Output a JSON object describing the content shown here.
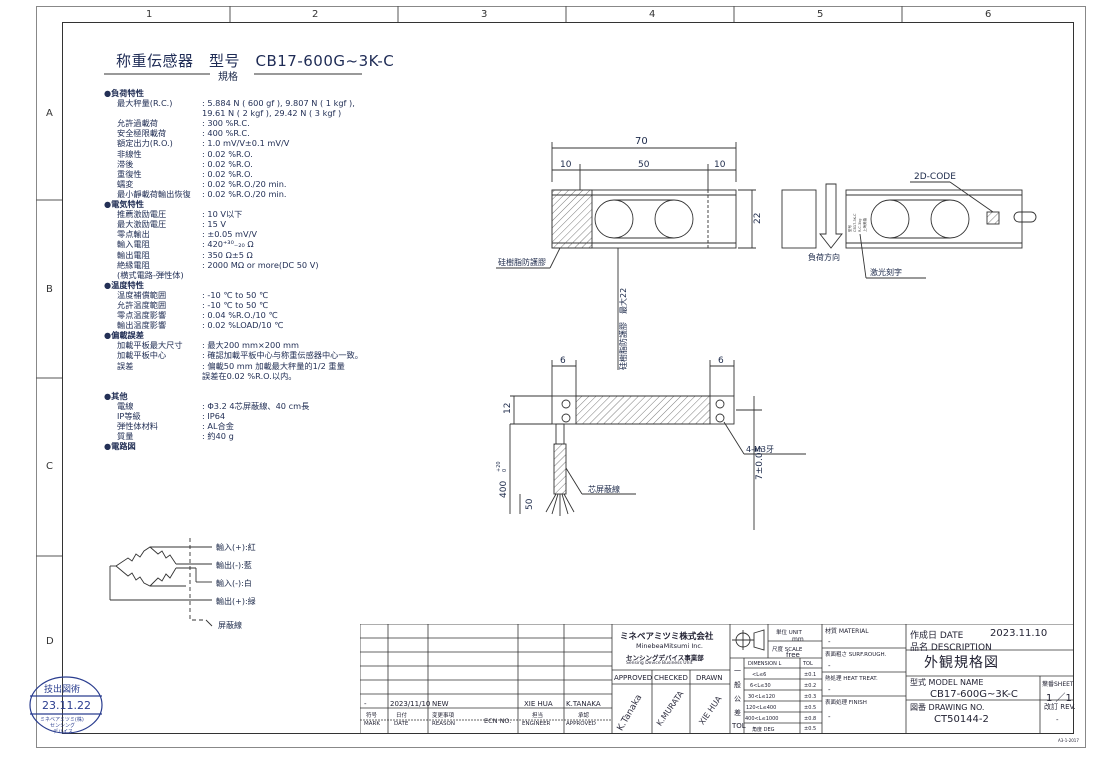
{
  "grid": {
    "columns": [
      "1",
      "2",
      "3",
      "4",
      "5",
      "6"
    ],
    "rows": [
      "A",
      "B",
      "C",
      "D"
    ]
  },
  "title": {
    "main": "称重伝感器　型号　CB17-600G~3K-C",
    "sub": "規格"
  },
  "spec_rows": [
    {
      "type": "section",
      "label": "●負荷特性",
      "value": ""
    },
    {
      "type": "item",
      "label": "最大秤量(R.C.)",
      "value": ": 5.884 N ( 600  gf ), 9.807 N ( 1 kgf ),"
    },
    {
      "type": "item",
      "label": "",
      "value": "  19.61 N ( 2 kgf ), 29.42 N ( 3 kgf )"
    },
    {
      "type": "item",
      "label": "允許過載荷",
      "value": ": 300 %R.C."
    },
    {
      "type": "item",
      "label": "安全極限載荷",
      "value": ": 400 %R.C."
    },
    {
      "type": "item",
      "label": "額定出力(R.O.)",
      "value": ": 1.0 mV/V±0.1 mV/V"
    },
    {
      "type": "item",
      "label": "非線性",
      "value": ": 0.02 %R.O."
    },
    {
      "type": "item",
      "label": "滞後",
      "value": ": 0.02 %R.O."
    },
    {
      "type": "item",
      "label": "重復性",
      "value": ": 0.02 %R.O."
    },
    {
      "type": "item",
      "label": "蠕変",
      "value": ": 0.02 %R.O./20 min."
    },
    {
      "type": "item",
      "label": "最小靜載荷輸出恢復",
      "value": ": 0.02 %R.O./20 min."
    },
    {
      "type": "section",
      "label": "●電気特性",
      "value": ""
    },
    {
      "type": "item",
      "label": "推薦激励電圧",
      "value": ": 10 V以下"
    },
    {
      "type": "item",
      "label": "最大激励電圧",
      "value": ": 15 V"
    },
    {
      "type": "item",
      "label": "零点輸出",
      "value": ": ±0.05 mV/V"
    },
    {
      "type": "item",
      "label": "輸入電阻",
      "value": ": 420⁺³⁰₋₂₀ Ω"
    },
    {
      "type": "item",
      "label": "輸出電阻",
      "value": ": 350  Ω±5 Ω"
    },
    {
      "type": "item",
      "label": "絶縁電阻",
      "value": ": 2000 MΩ  or more(DC 50 V)"
    },
    {
      "type": "item",
      "label": "(横式電路-弾性体)",
      "value": ""
    },
    {
      "type": "section",
      "label": "●温度特性",
      "value": ""
    },
    {
      "type": "item",
      "label": "温度補償範囲",
      "value": ": -10 ℃ to 50 ℃"
    },
    {
      "type": "item",
      "label": "允許温度範囲",
      "value": ": -10 ℃ to 50 ℃"
    },
    {
      "type": "item",
      "label": "零点温度影響",
      "value": ": 0.04  %R.O./10 ℃"
    },
    {
      "type": "item",
      "label": "輸出温度影響",
      "value": ": 0.02 %LOAD/10 ℃"
    },
    {
      "type": "section",
      "label": "●偏載誤差",
      "value": ""
    },
    {
      "type": "item",
      "label": "加載平板最大尺寸",
      "value": ": 最大200 mm×200 mm"
    },
    {
      "type": "item",
      "label": "加載平板中心",
      "value": ": 確認加載平板中心与称重伝感器中心一致。"
    },
    {
      "type": "item",
      "label": "誤差",
      "value": ": 偏載50 mm 加載最大秤量的1/2 重量"
    },
    {
      "type": "item",
      "label": "",
      "value": "  誤差在0.02 %R.O.以内。"
    },
    {
      "type": "blank",
      "label": "",
      "value": ""
    },
    {
      "type": "section",
      "label": "●其他",
      "value": ""
    },
    {
      "type": "item",
      "label": "電線",
      "value": ": Φ3.2 4芯屏蔽線、40 cm長"
    },
    {
      "type": "item",
      "label": "IP等級",
      "value": ": IP64"
    },
    {
      "type": "item",
      "label": "弾性体材料",
      "value": ": AL合金"
    },
    {
      "type": "item",
      "label": "質量",
      "value": ": 約40 g"
    },
    {
      "type": "section",
      "label": "●電路図",
      "value": ""
    }
  ],
  "circuit": {
    "in_plus": "輸入(+):紅",
    "out_minus": "輸出(-):藍",
    "in_minus": "輸入(-):白",
    "out_plus": "輸出(+):緑",
    "shield": "屏蔽線"
  },
  "drawing": {
    "dim_70": "70",
    "dim_10_left": "10",
    "dim_50": "50",
    "dim_10_right": "10",
    "dim_22": "22",
    "dim_6_left": "6",
    "dim_6_right": "6",
    "dim_12": "12",
    "dim_400": "400",
    "dim_400_tol_upper": "+20",
    "dim_400_tol_lower": "0",
    "dim_50_wire": "50",
    "dim_7": "7±0.05",
    "label_resin": "硅樹脂防護膠",
    "label_resin_vertical": "硅樹脂防護膠　最大22",
    "label_load_dir": "負荷方向",
    "label_2d_code": "2D-CODE",
    "label_laser": "激光刻字",
    "label_m3": "4-M3牙",
    "label_shield_wire": "芯屏蔽線",
    "engraving_lines": [
      "型号",
      "CB17-3K-C",
      "R.C.3kg",
      "上海美蓓"
    ]
  },
  "stamp": {
    "dept": "技出図術",
    "date": "23.11.22",
    "company_line1": "ミネベアミツミ(株)",
    "company_line2": "センシング",
    "company_line3": "デバイス"
  },
  "title_block": {
    "company_jp": "ミネベアミツミ株式会社",
    "company_en": "MinebeaMitsumi Inc.",
    "division_jp": "センシングデバイス事業部",
    "division_en": "Sensing Device Business Unit",
    "approved_label": "APPROVED",
    "checked_label": "CHECKED",
    "drawn_label": "DRAWN",
    "approved_name": "K.Tanaka",
    "checked_name": "K.MURATA",
    "drawn_name": "XIE HUA",
    "rev_row": {
      "mark": "-",
      "date": "2023/11/10",
      "reason": "NEW",
      "engineer": "XIE HUA",
      "approved": "K.TANAKA"
    },
    "header_mark": [
      "符号",
      "MARK"
    ],
    "header_date": [
      "日付",
      "DATE"
    ],
    "header_reason": [
      "変更事項",
      "REASON"
    ],
    "header_ecn": "ECN NO.",
    "header_engineer": [
      "担当",
      "ENGINEER"
    ],
    "header_approved": [
      "承認",
      "APPROVED"
    ],
    "unit_label": "単位 UNIT",
    "unit_value": "mm",
    "scale_label": "尺度 SCALE",
    "scale_value": "free",
    "tol_header_dim": "DIMENSION L",
    "tol_header_tol": "TOL",
    "tol_rows": [
      [
        "<L≤6",
        "±0.1"
      ],
      [
        "6<L≤30",
        "±0.2"
      ],
      [
        "30<L≤120",
        "±0.3"
      ],
      [
        "120<L≤400",
        "±0.5"
      ],
      [
        "400<L≤1000",
        "±0.8"
      ],
      [
        "角度 DEG",
        "±0.5"
      ]
    ],
    "tol_side": [
      "一",
      "般",
      "公",
      "差",
      "TOL"
    ],
    "material_label": "材質 MATERIAL",
    "material_value": "-",
    "surf_label": "表面粗さ SURF.ROUGH.",
    "surf_value": "-",
    "heat_label": "熱処理 HEAT TREAT.",
    "heat_value": "-",
    "finish_label": "表面処理 FINISH",
    "finish_value": "-",
    "date_label": "作成日 DATE",
    "date_value": "2023.11.10",
    "desc_label": "品名 DESCRIPTION",
    "desc_value": "外観規格図",
    "model_label": "型式 MODEL NAME",
    "model_value": "CB17-600G~3K-C",
    "sheet_label": "葉番SHEET",
    "sheet_value": "1 ／1",
    "drawing_no_label": "図番 DRAWING NO.",
    "drawing_no_value": "CT50144-2",
    "rev_label": "改訂 REV.",
    "rev_value": "-",
    "form_code": "A3-1-2017"
  },
  "colors": {
    "ink": "#1d2a4a",
    "line": "#333333",
    "stamp": "#2a3d8f"
  }
}
